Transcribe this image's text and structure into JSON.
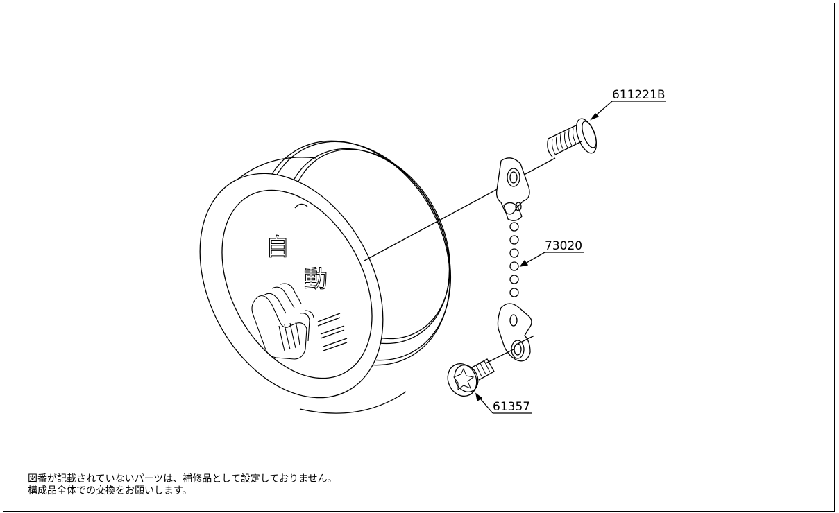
{
  "diagram": {
    "face_text": {
      "char1": "自",
      "char2": "動"
    },
    "callouts": [
      {
        "id": "sensor-screw",
        "label": "611221B"
      },
      {
        "id": "chain",
        "label": "73020"
      },
      {
        "id": "mounting-screw",
        "label": "61357"
      }
    ]
  },
  "notes": {
    "line1": "図番が記載されていないパーツは、補修品として設定しておりません。",
    "line2": "構成品全体での交換をお願いします。"
  }
}
